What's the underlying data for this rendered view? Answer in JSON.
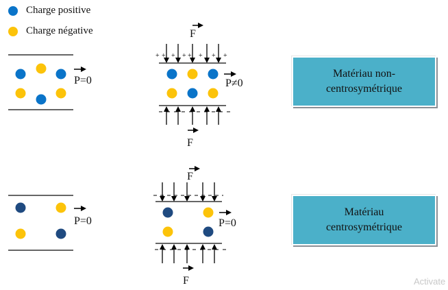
{
  "legend": {
    "positive": {
      "label": "Charge positive",
      "color": "#0a74c9"
    },
    "negative": {
      "label": "Charge négative",
      "color": "#fcc30a"
    }
  },
  "colors": {
    "positive_dark": "#1f4a80",
    "box_fill": "#4bb0c9"
  },
  "top_row": {
    "unstressed": {
      "polarization_label": "P=0"
    },
    "stressed": {
      "force_top_label": "F",
      "force_bottom_label": "F",
      "polarization_label": "P≠0"
    },
    "material_box": {
      "line1": "Matériau non-",
      "line2": "centrosymétrique"
    }
  },
  "bottom_row": {
    "unstressed": {
      "polarization_label": "P=0"
    },
    "stressed": {
      "force_top_label": "F",
      "force_bottom_label": "F",
      "polarization_label": "P=0"
    },
    "material_box": {
      "line1": "Matériau",
      "line2": "centrosymétrique"
    }
  },
  "watermark": "Activate"
}
